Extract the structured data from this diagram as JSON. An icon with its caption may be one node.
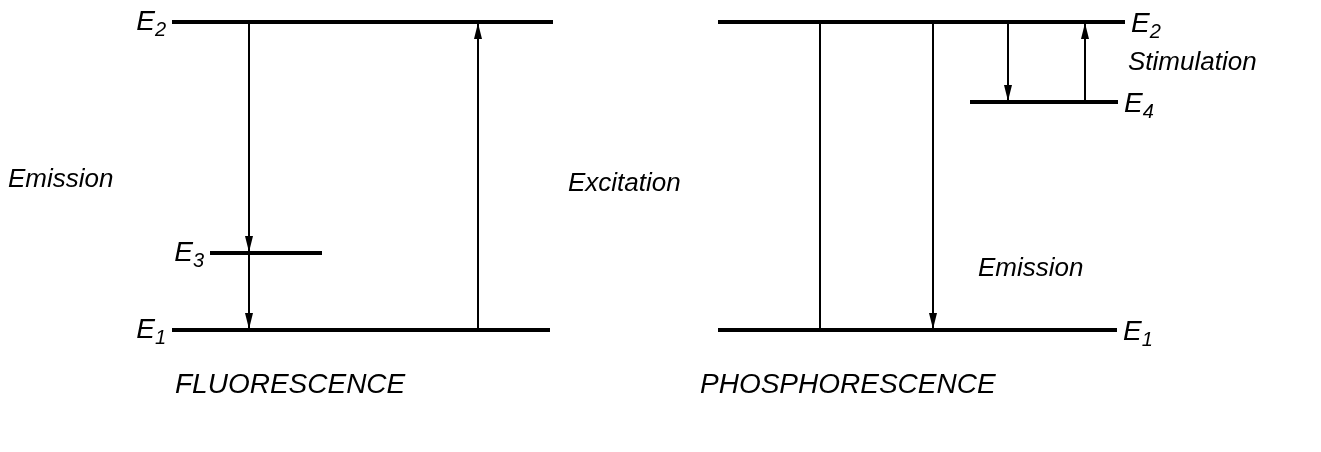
{
  "diagram": {
    "nodes": [
      {
        "text": [
          "E$_{2}$"
        ]
      },
      {
        "text": [
          "E$_{3}$"
        ]
      },
      {
        "text": [
          "E$_{1}$"
        ]
      },
      {
        "text": [
          "E$_{2}$"
        ]
      },
      {
        "text": [
          "E$_{4}$"
        ]
      },
      {
        "text": [
          "E$_{1}$"
        ]
      }
    ],
    "edges": [
      {
        "from": 0,
        "to": 1,
        "arrow": "to"
      },
      {
        "from": 1,
        "to": 2,
        "arrow": "to"
      },
      {
        "from": 2,
        "to": 0,
        "arrow": "to"
      },
      {
        "from": 3,
        "to": 5,
        "arrow": "none"
      },
      {
        "from": 3,
        "to": 5,
        "arrow": "to"
      },
      {
        "from": 3,
        "to": 4,
        "arrow": "to"
      },
      {
        "from": 4,
        "to": 3,
        "arrow": "to"
      }
    ],
    "labels": [
      "Stimulation",
      "Emission",
      "Excitation",
      "Emission",
      "FLUORESCENCE",
      "PHOSPHORESCENCE"
    ]
  }
}
